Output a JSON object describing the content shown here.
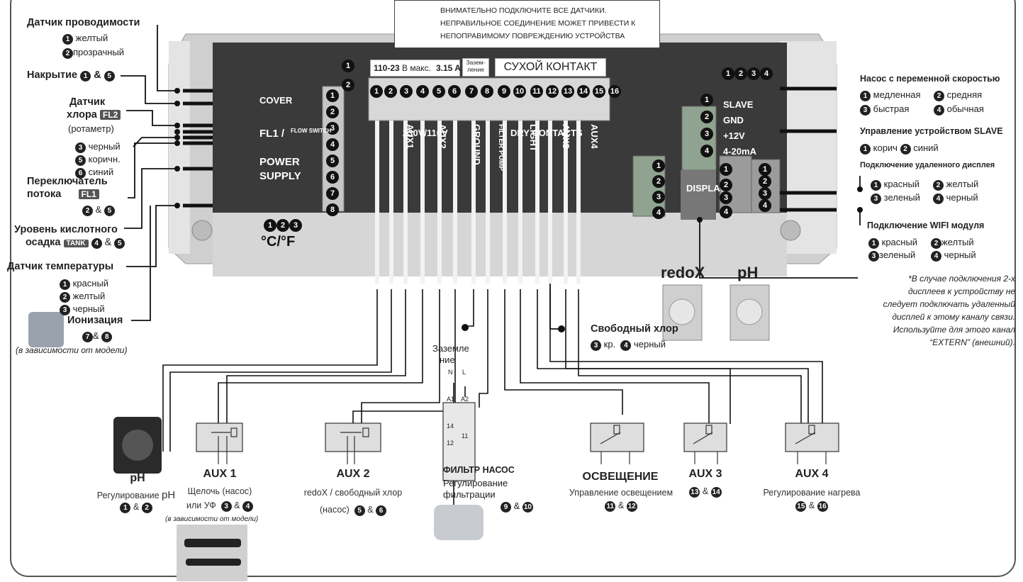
{
  "warning": {
    "line1": "ВНИМАТЕЛЬНО ПОДКЛЮЧИТЕ ВСЕ ДАТЧИКИ.",
    "line2": "НЕПРАВИЛЬНОЕ СОЕДИНЕНИЕ МОЖЕТ ПРИВЕСТИ К",
    "line3": "НЕПОПРАВИМОМУ ПОВРЕЖДЕНИЮ УСТРОЙСТВА"
  },
  "left": {
    "conductivity": {
      "title": "Датчик проводимости",
      "w1": "желтый",
      "w2": "прозрачный"
    },
    "cover": {
      "title": "Накрытие",
      "amp": "&"
    },
    "chlorine": {
      "title1": "Датчик",
      "title2": "хлора",
      "tag": "FL2",
      "sub": "(ротаметр)",
      "w3": "черный",
      "w5": "коричн.",
      "w6": "синий"
    },
    "flow": {
      "title1": "Переключатель",
      "title2": "потока",
      "tag": "FL1",
      "amp": "&"
    },
    "acid": {
      "title1": "Уровень кислотного",
      "title2": "осадка",
      "tag": "TANK",
      "amp": "&"
    },
    "temp": {
      "title": "Датчик температуры",
      "w1": "красный",
      "w2": "желтый",
      "w3": "черный"
    },
    "ion": {
      "title": "Ионизация",
      "amp": "&",
      "note": "(в зависимости от модели)"
    }
  },
  "board": {
    "voltage": "110-23",
    "voltage_b": "В макс.",
    "fuse": "3.15 A",
    "ground": "Зазем-",
    "ground2": "ление",
    "dry": "СУХОЙ КОНТАКТ",
    "cover_lbl": "COVER",
    "fl1_lbl": "FL1 /",
    "flow_sw": "FLOW SWITCH",
    "power": "POWER",
    "supply": "SUPPLY",
    "temp_lbl": "°C/°F",
    "v230": "230V/110V",
    "dry_lbl": "DRY CONTACTS",
    "aux1": "AUX1",
    "aux2": "AUX2",
    "ground_lbl": "GROUND",
    "filter": "FILTER PUMP",
    "light": "LIGHT",
    "aux3": "AUX3",
    "aux4": "AUX4",
    "slave": "SLAVE",
    "gnd": "GND",
    "v12": "+12V",
    "ma": "4-20mA",
    "display": "DISPLAY",
    "redox": "redoX",
    "ph": "pH",
    "top_nums": [
      "1",
      "2",
      "3",
      "4",
      "5",
      "6",
      "7",
      "8",
      "9",
      "10",
      "11",
      "12",
      "13",
      "14",
      "15",
      "16"
    ],
    "left_nums": [
      "1",
      "2",
      "3",
      "4",
      "5",
      "6",
      "7",
      "8"
    ],
    "temp_nums": [
      "1",
      "2",
      "3"
    ]
  },
  "right": {
    "pump": {
      "title": "Насос с переменной скоростью",
      "s1": "медленная",
      "s2": "средняя",
      "s3": "быстрая",
      "s4": "обычная"
    },
    "slave": {
      "title": "Управление устройством SLAVE",
      "c1": "корич",
      "c2": "синий"
    },
    "display": {
      "title": "Подключение удаленного дисплея",
      "c1": "красный",
      "c2": "желтый",
      "c3": "зеленый",
      "c4": "черный"
    },
    "wifi": {
      "title": "Подключение WIFI модуля",
      "c1": "красный",
      "c2": "желтый",
      "c3": "зеленый",
      "c4": "черный"
    },
    "note": [
      "*В случае подключения 2-х",
      "дисплеев к устройству не",
      "следует подключать удаленный",
      "дисплей к этому каналу связи.",
      "Используйте для этого канал",
      "“EXTERN” (внешний)."
    ]
  },
  "free_chlorine": {
    "title": "Свободный хлор",
    "c3": "кр.",
    "c4": "черный"
  },
  "ground_lbl": {
    "l1": "Заземле",
    "l2": "ние",
    "n": "N",
    "l": "L"
  },
  "devices": [
    {
      "title": "pH",
      "desc": "Регулирование",
      "desc_b": "pH",
      "amp": "&"
    },
    {
      "title": "AUX 1",
      "desc1": "Щелочь (насос)",
      "desc2": "или УФ",
      "amp": "&",
      "note": "(в зависимости от модели)"
    },
    {
      "title": "AUX 2",
      "desc1": "redoX / свободный хлор",
      "desc2": "(насос)",
      "amp": "&"
    },
    {
      "title": "ФИЛЬТР НАСОС",
      "desc1": "Регулирование",
      "desc2": "фильтрации",
      "amp": "&"
    },
    {
      "title": "ОСВЕЩЕНИЕ",
      "desc1": "Управление освещением",
      "amp": "&"
    },
    {
      "title": "AUX 3",
      "amp": "&"
    },
    {
      "title": "AUX 4",
      "desc1": "Регулирование нагрева",
      "amp": "&"
    }
  ],
  "contactor": {
    "a1": "A1",
    "a2": "A2",
    "t14": "14",
    "t11": "11",
    "t12": "12"
  }
}
